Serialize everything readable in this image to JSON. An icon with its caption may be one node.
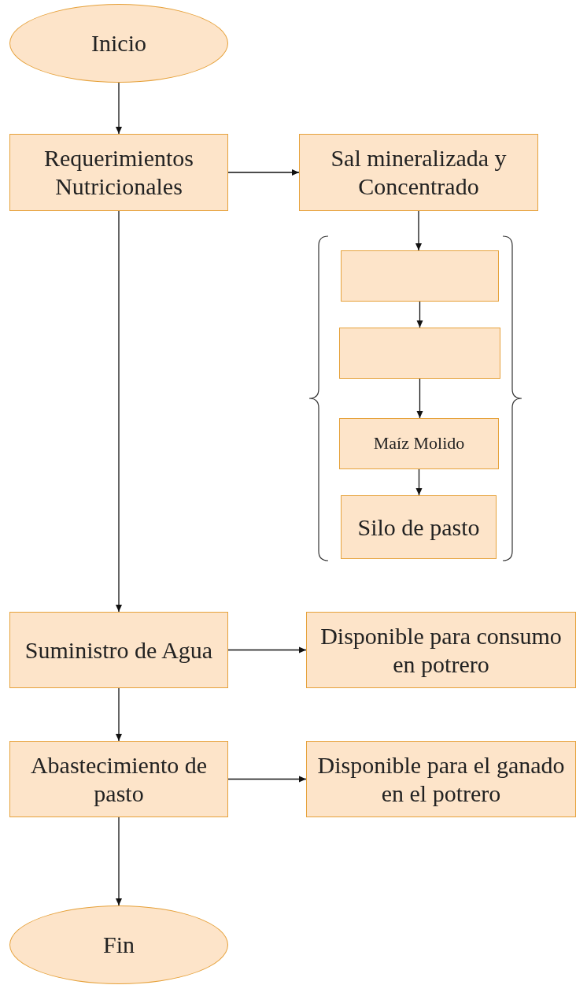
{
  "diagram": {
    "nodes": [
      {
        "text": [
          "Inicio"
        ]
      },
      {
        "text": [
          "Requerimientos Nutricionales"
        ]
      },
      {
        "text": [
          "Sal mineralizada y Concentrado"
        ]
      },
      {
        "text": [],
        "shape": "box"
      },
      {
        "text": [],
        "shape": "box"
      },
      {
        "text": [
          "Maíz Molido"
        ]
      },
      {
        "text": [
          "Silo de pasto"
        ]
      },
      {
        "text": [
          "Suministro de Agua"
        ]
      },
      {
        "text": [
          "Disponible para consumo en potrero"
        ]
      },
      {
        "text": [
          "Abastecimiento de pasto"
        ]
      },
      {
        "text": [
          "Disponible para el ganado en el potrero"
        ]
      },
      {
        "text": [
          "Fin"
        ]
      }
    ],
    "edges": [
      {
        "from": 0,
        "to": 1,
        "arrow": "to"
      },
      {
        "from": 1,
        "to": 2,
        "arrow": "to"
      },
      {
        "from": 2,
        "to": 3,
        "arrow": "to"
      },
      {
        "from": 3,
        "to": 4,
        "arrow": "to"
      },
      {
        "from": 4,
        "to": 5,
        "arrow": "to"
      },
      {
        "from": 5,
        "to": 6,
        "arrow": "to"
      },
      {
        "from": 1,
        "to": 7,
        "arrow": "to"
      },
      {
        "from": 7,
        "to": 8,
        "arrow": "to"
      },
      {
        "from": 7,
        "to": 9,
        "arrow": "to"
      },
      {
        "from": 9,
        "to": 10,
        "arrow": "to"
      },
      {
        "from": 9,
        "to": 11,
        "arrow": "to"
      }
    ]
  }
}
